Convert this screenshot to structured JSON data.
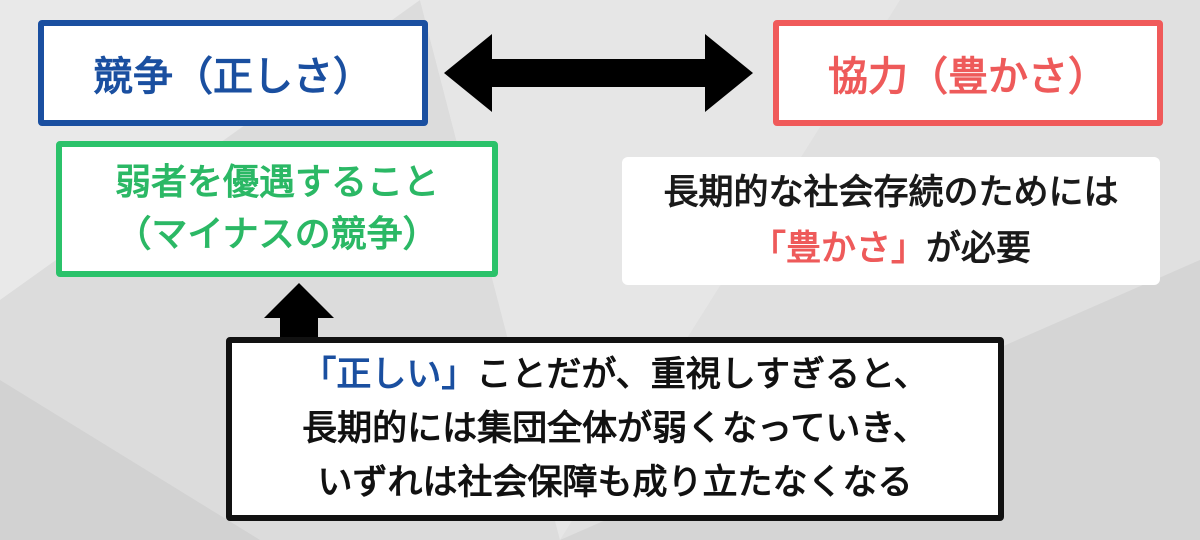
{
  "competition": {
    "label": "競争（正しさ）"
  },
  "cooperation": {
    "label": "協力（豊かさ）"
  },
  "weak_box": {
    "line1": "弱者を優遇すること",
    "line2": "（マイナスの競争）"
  },
  "longterm_box": {
    "line1": "長期的な社会存続のためには",
    "line2_highlight": "「豊かさ」",
    "line2_rest": "が必要"
  },
  "bottom_box": {
    "line1_highlight": "「正しい」",
    "line1_rest": "ことだが、重視しすぎると、",
    "line2": "長期的には集団全体が弱くなっていき、",
    "line3": "いずれは社会保障も成り立たなくなる"
  },
  "colors": {
    "blue": "#1a4fa0",
    "red": "#ee5a5a",
    "green": "#2bc26a",
    "black": "#111111"
  },
  "icons": {
    "double_arrow": "double-headed-arrow-icon",
    "up_arrow": "up-arrow-icon"
  }
}
